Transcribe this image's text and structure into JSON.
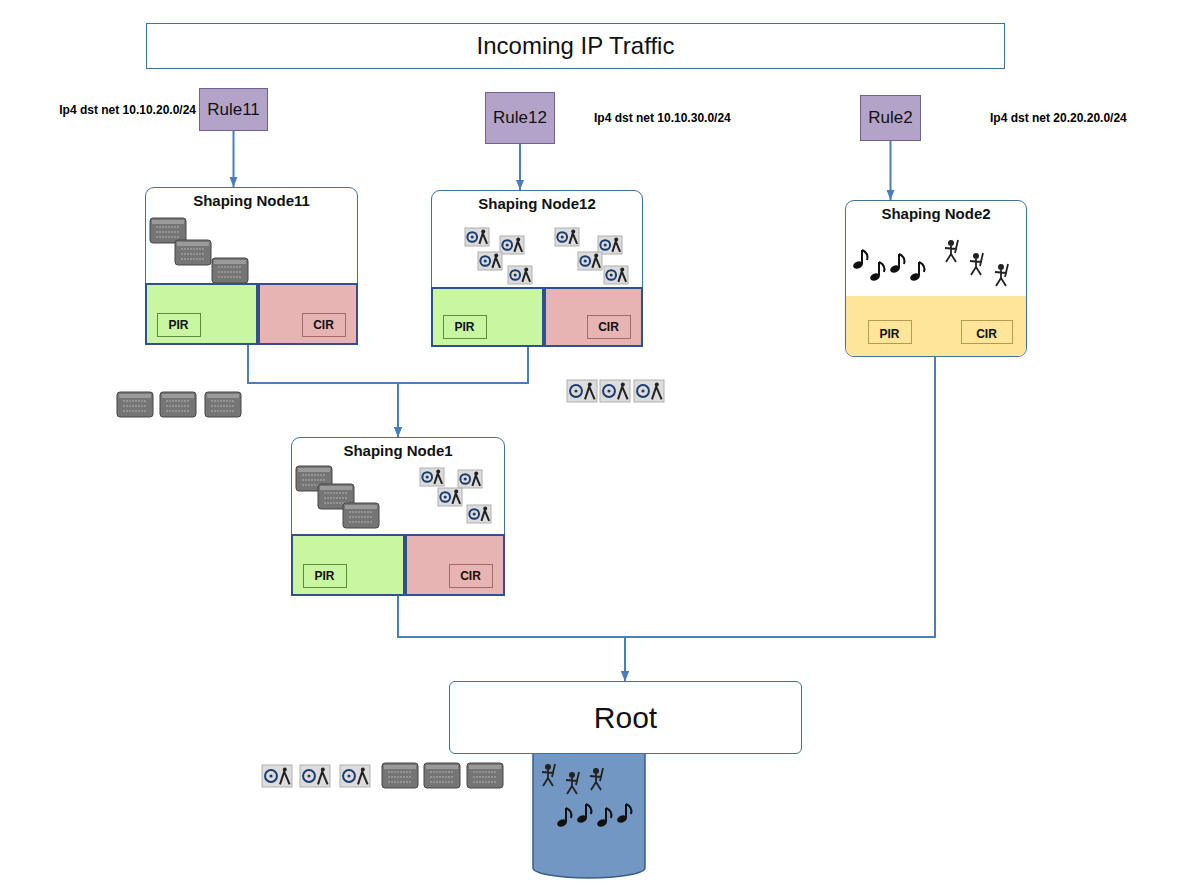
{
  "diagram": {
    "nodes": [
      {
        "text": [
          "Incoming IP Traffic"
        ]
      },
      {
        "text": [
          "Rule11",
          "Ip4 dst net 10.10.20.0/24"
        ]
      },
      {
        "text": [
          "Rule12",
          "Ip4 dst net 10.10.30.0/24"
        ]
      },
      {
        "text": [
          "Rule2",
          "Ip4 dst net 20.20.20.0/24"
        ]
      },
      {
        "text": [
          "Shaping Node11"
        ]
      },
      {
        "text": [
          "PIR"
        ],
        "in": 4
      },
      {
        "text": [
          "CIR"
        ],
        "in": 4
      },
      {
        "text": [
          "Shaping Node12"
        ]
      },
      {
        "text": [
          "PIR"
        ],
        "in": 7
      },
      {
        "text": [
          "CIR"
        ],
        "in": 7
      },
      {
        "text": [
          "Shaping Node2"
        ]
      },
      {
        "text": [
          "PIR"
        ],
        "in": 10
      },
      {
        "text": [
          "CIR"
        ],
        "in": 10
      },
      {
        "text": [
          "Shaping Node1"
        ]
      },
      {
        "text": [
          "PIR"
        ],
        "in": 13
      },
      {
        "text": [
          "CIR"
        ],
        "in": 13
      },
      {
        "text": [
          "Root"
        ]
      }
    ],
    "edges": [
      {
        "from": 1,
        "to": 4,
        "arrow": "to"
      },
      {
        "from": 2,
        "to": 7,
        "arrow": "to"
      },
      {
        "from": 3,
        "to": 10,
        "arrow": "to"
      },
      {
        "from": 4,
        "to": 13,
        "arrow": "to"
      },
      {
        "from": 7,
        "to": 13,
        "arrow": "to"
      },
      {
        "from": 13,
        "to": 16,
        "arrow": "to"
      },
      {
        "from": 10,
        "to": 16,
        "arrow": "to"
      }
    ]
  }
}
